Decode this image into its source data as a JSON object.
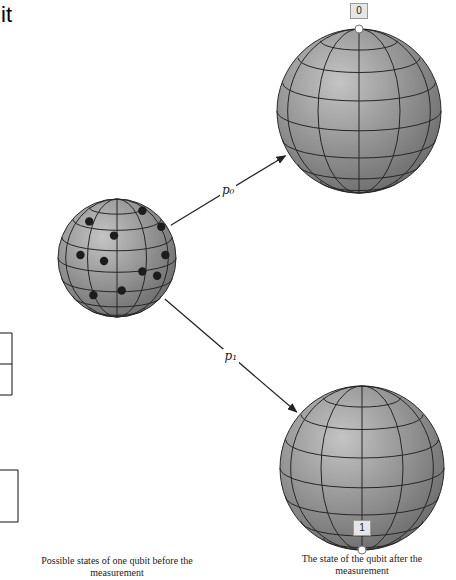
{
  "diagram": {
    "nodes": [
      {
        "text": [
          "Possible states of one qubit before the measurement"
        ]
      },
      {
        "text": [
          "0"
        ]
      },
      {
        "text": [
          "1",
          "The state of the qubit after the measurement"
        ]
      }
    ],
    "edges": [
      {
        "from": 0,
        "to": 1,
        "label": "p₀",
        "arrow": "to"
      },
      {
        "from": 0,
        "to": 2,
        "label": "p₁",
        "arrow": "to"
      }
    ],
    "labels": [
      "it"
    ]
  }
}
